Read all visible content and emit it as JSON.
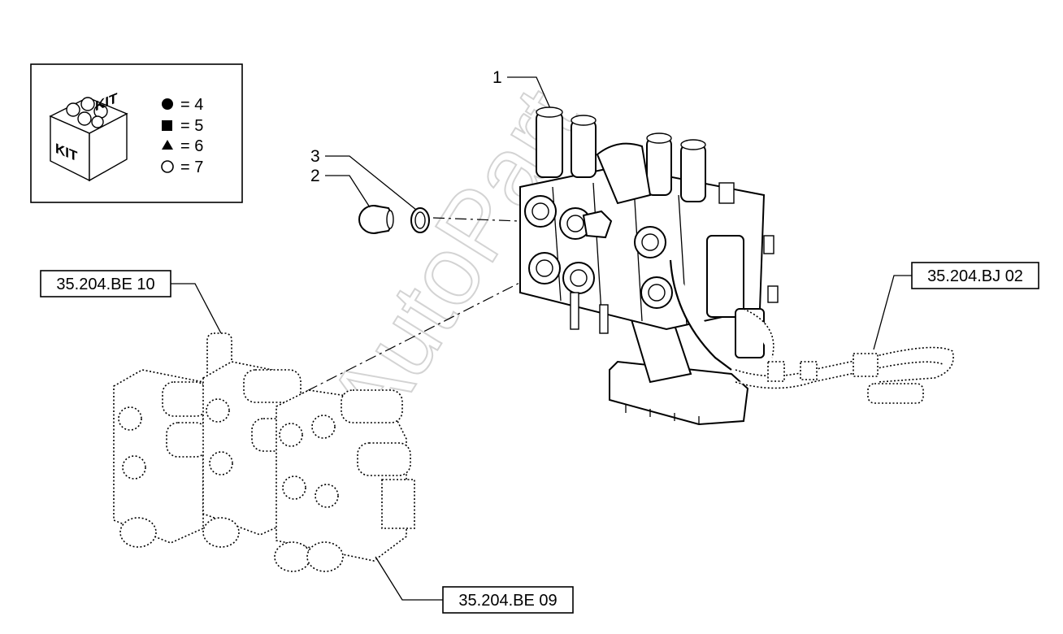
{
  "legend": {
    "kit_label": "KIT",
    "items": [
      {
        "symbol": "filled-circle",
        "text": "= 4"
      },
      {
        "symbol": "filled-square",
        "text": "= 5"
      },
      {
        "symbol": "filled-triangle",
        "text": "= 6"
      },
      {
        "symbol": "open-circle",
        "text": "= 7"
      }
    ]
  },
  "callouts": {
    "item1": "1",
    "item2": "2",
    "item3": "3"
  },
  "references": {
    "be10": "35.204.BE 10",
    "bj02": "35.204.BJ 02",
    "be09": "35.204.BE 09"
  },
  "watermark": "AutoPart"
}
